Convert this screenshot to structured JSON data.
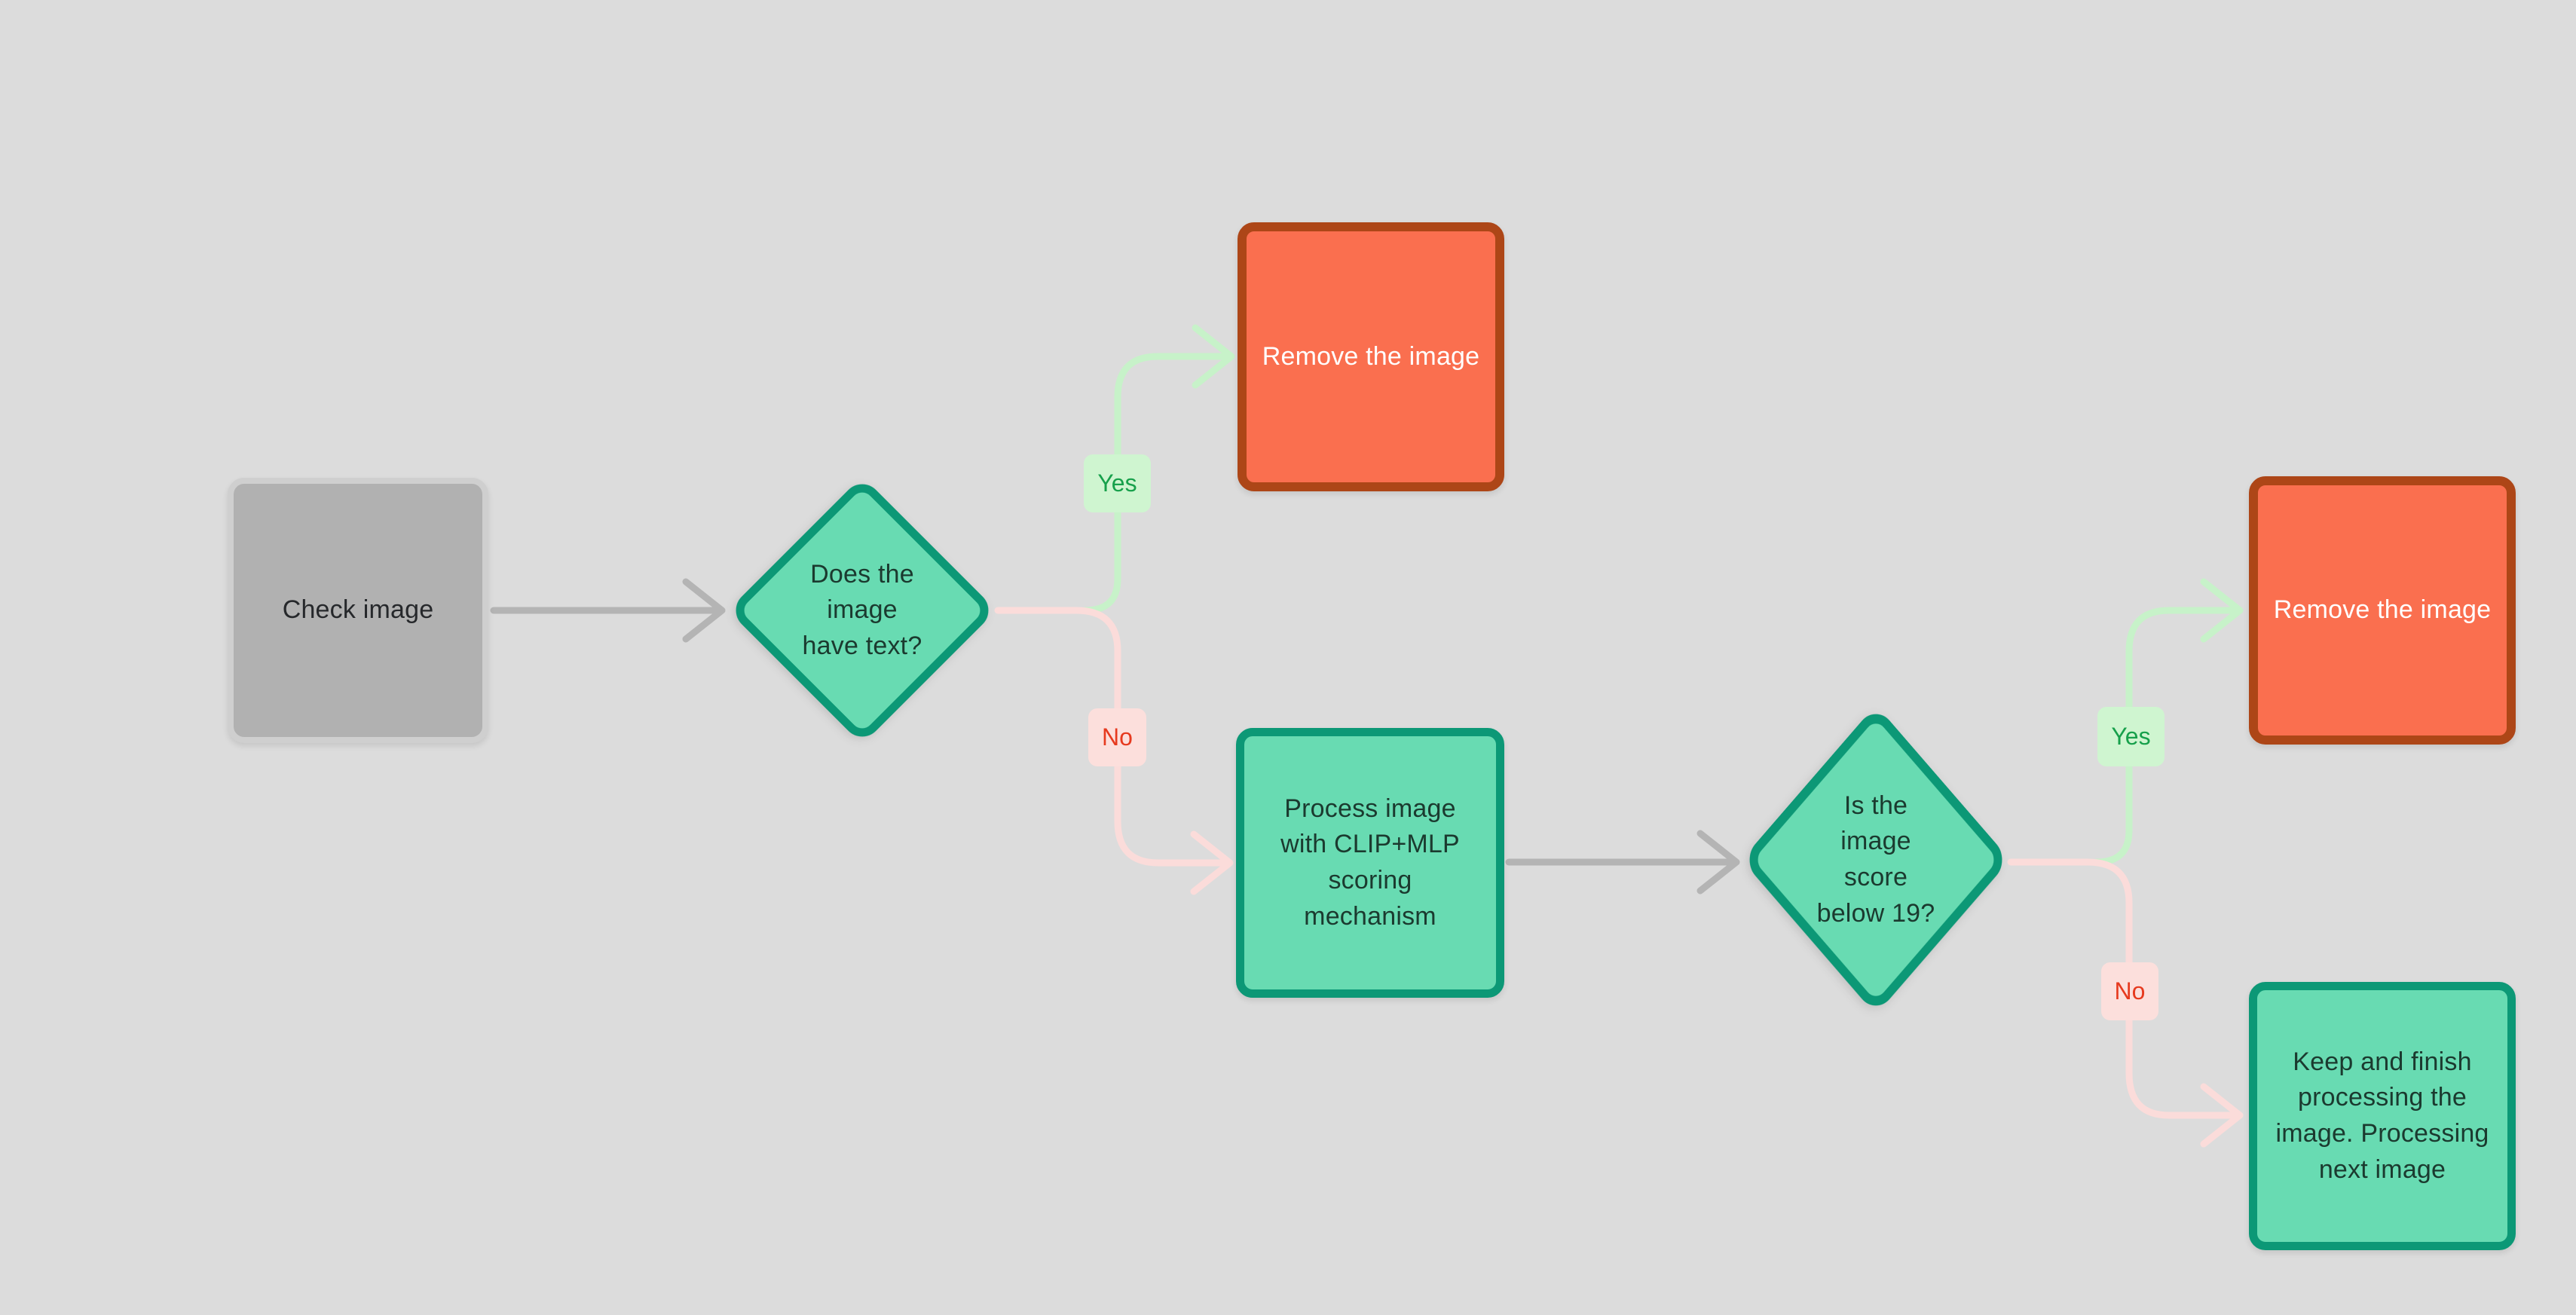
{
  "canvas": {
    "background": "#dcdcdc"
  },
  "nodes": {
    "check_image": {
      "type": "start",
      "label": "Check image"
    },
    "has_text_decision": {
      "type": "decision",
      "label": "Does the\nimage\nhave text?"
    },
    "remove_image_top": {
      "type": "action",
      "label": "Remove the image"
    },
    "process_clip_mlp": {
      "type": "process",
      "label": "Process image\nwith CLIP+MLP\nscoring\nmechanism"
    },
    "score_decision": {
      "type": "decision",
      "label": "Is the\nimage\nscore\nbelow 19?"
    },
    "remove_image_right": {
      "type": "action",
      "label": "Remove the image"
    },
    "keep_image": {
      "type": "process",
      "label": "Keep and finish\nprocessing the\nimage. Processing\nnext image"
    }
  },
  "edge_labels": {
    "has_text_yes": "Yes",
    "has_text_no": "No",
    "score_yes": "Yes",
    "score_no": "No"
  },
  "colors": {
    "background": "#dcdcdc",
    "start_node_fill": "#b1b1b1",
    "start_node_border": "#cfcfcf",
    "decision_fill": "#68dbb2",
    "decision_border": "#0c9876",
    "action_fill": "#fa6f4f",
    "action_border": "#ad4617",
    "action_text": "#ffffff",
    "dark_text": "#1b3a2f",
    "yes_chip_bg": "#cff5d0",
    "yes_text": "#17a04b",
    "no_chip_bg": "#fcdfdc",
    "no_text": "#e63a1f",
    "edge_yes": "#c7f2c9",
    "edge_no": "#fbdcda",
    "edge_neutral": "#b4b4b4"
  }
}
